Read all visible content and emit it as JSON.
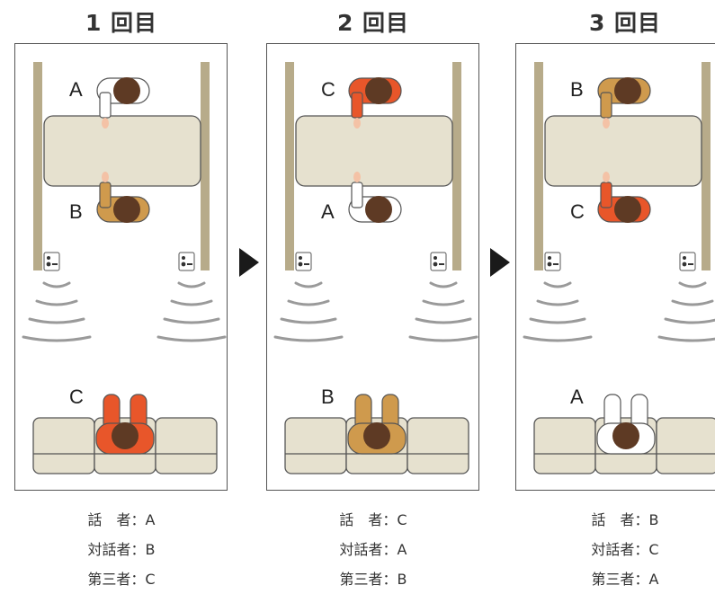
{
  "colors": {
    "A": "#ffffff",
    "B": "#cf9a4d",
    "C": "#e8562a",
    "table": "#e6e1cf",
    "rail": "#b7ab8a",
    "hair": "#5e3a24",
    "skin": "#f4c2a6",
    "waves": "#9a9a9a",
    "stroke": "#555555"
  },
  "rounds": [
    {
      "title": "1 回目",
      "people": {
        "top": "A",
        "bottom": "B",
        "sofa": "C"
      },
      "roles": [
        {
          "label": "話　者",
          "person": "A"
        },
        {
          "label": "対話者",
          "person": "B"
        },
        {
          "label": "第三者",
          "person": "C"
        }
      ]
    },
    {
      "title": "2 回目",
      "people": {
        "top": "C",
        "bottom": "A",
        "sofa": "B"
      },
      "roles": [
        {
          "label": "話　者",
          "person": "C"
        },
        {
          "label": "対話者",
          "person": "A"
        },
        {
          "label": "第三者",
          "person": "B"
        }
      ]
    },
    {
      "title": "3 回目",
      "people": {
        "top": "B",
        "bottom": "C",
        "sofa": "A"
      },
      "roles": [
        {
          "label": "話　者",
          "person": "B"
        },
        {
          "label": "対話者",
          "person": "C"
        },
        {
          "label": "第三者",
          "person": "A"
        }
      ]
    }
  ],
  "icons": {
    "arrow": "arrow-right-icon",
    "speaker": "speaker-icon",
    "sound_waves": "sound-waves-icon"
  }
}
